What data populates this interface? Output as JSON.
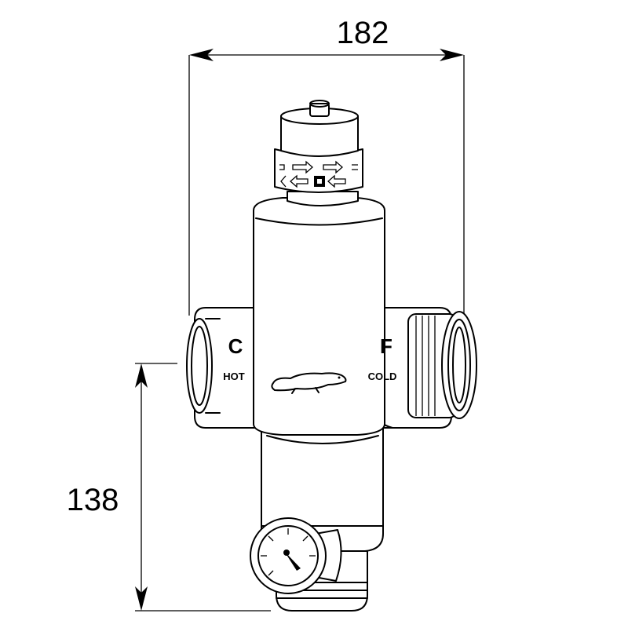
{
  "dimensions": {
    "width_label": "182",
    "height_label": "138"
  },
  "ports": {
    "left": {
      "letter": "C",
      "label": "HOT"
    },
    "right": {
      "letter": "F",
      "label": "COLD"
    }
  },
  "icons": {
    "knob_arrows": "arrow-icons",
    "logo": "beaver-logo-icon",
    "gauge": "thermometer-gauge-icon"
  }
}
